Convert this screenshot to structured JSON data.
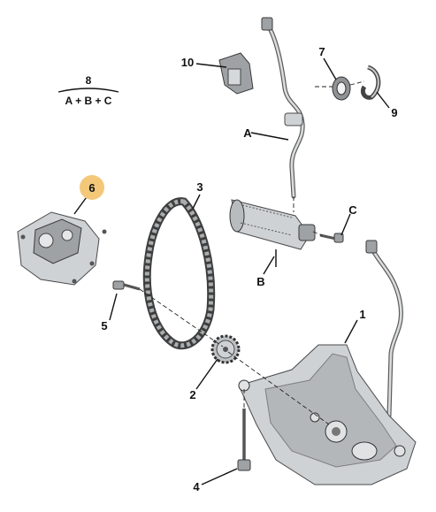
{
  "diagram": {
    "formula": {
      "number": "8",
      "expression": "A + B + C"
    },
    "callouts": [
      {
        "id": "1",
        "text": "1"
      },
      {
        "id": "2",
        "text": "2"
      },
      {
        "id": "3",
        "text": "3"
      },
      {
        "id": "4",
        "text": "4"
      },
      {
        "id": "5",
        "text": "5"
      },
      {
        "id": "6",
        "text": "6"
      },
      {
        "id": "7",
        "text": "7"
      },
      {
        "id": "9",
        "text": "9"
      },
      {
        "id": "10",
        "text": "10"
      },
      {
        "id": "A",
        "text": "A"
      },
      {
        "id": "B",
        "text": "B"
      },
      {
        "id": "C",
        "text": "C"
      }
    ],
    "colors": {
      "highlight_callout": "#f3c879",
      "metal": "#cfd2d4",
      "line": "#111111"
    }
  }
}
